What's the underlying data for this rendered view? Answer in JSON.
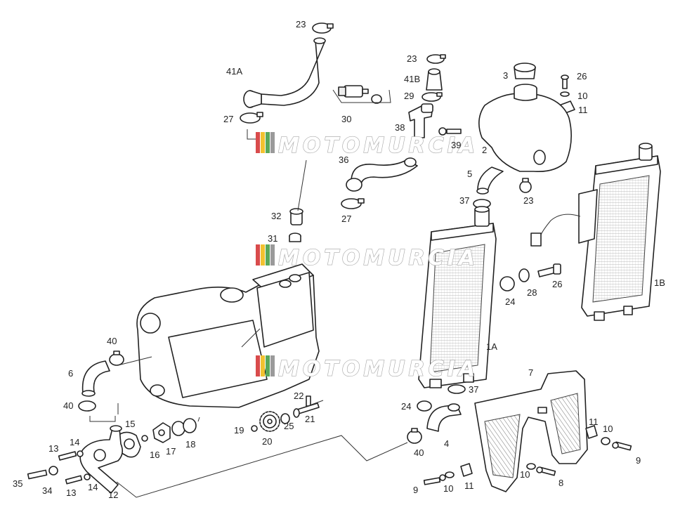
{
  "watermark": {
    "text": "MOTOMURCIA",
    "colors": [
      "#d94b4b",
      "#f2c230",
      "#5aa85a",
      "#9a9a9a"
    ]
  },
  "labels": [
    {
      "id": "p23a",
      "text": "23"
    },
    {
      "id": "p41a",
      "text": "41A"
    },
    {
      "id": "p27a",
      "text": "27"
    },
    {
      "id": "p30",
      "text": "30"
    },
    {
      "id": "p23b",
      "text": "23"
    },
    {
      "id": "p41b",
      "text": "41B"
    },
    {
      "id": "p29",
      "text": "29"
    },
    {
      "id": "p38",
      "text": "38"
    },
    {
      "id": "p39",
      "text": "39"
    },
    {
      "id": "p36",
      "text": "36"
    },
    {
      "id": "p27b",
      "text": "27"
    },
    {
      "id": "p32",
      "text": "32"
    },
    {
      "id": "p31",
      "text": "31"
    },
    {
      "id": "p3",
      "text": "3"
    },
    {
      "id": "p26a",
      "text": "26"
    },
    {
      "id": "p10a",
      "text": "10"
    },
    {
      "id": "p11a",
      "text": "11"
    },
    {
      "id": "p2",
      "text": "2"
    },
    {
      "id": "p5",
      "text": "5"
    },
    {
      "id": "p23c",
      "text": "23"
    },
    {
      "id": "p37a",
      "text": "37"
    },
    {
      "id": "p1b",
      "text": "1B"
    },
    {
      "id": "p26b",
      "text": "26"
    },
    {
      "id": "p28",
      "text": "28"
    },
    {
      "id": "p24a",
      "text": "24"
    },
    {
      "id": "p1a",
      "text": "1A"
    },
    {
      "id": "p40a",
      "text": "40"
    },
    {
      "id": "p6",
      "text": "6"
    },
    {
      "id": "p40b",
      "text": "40"
    },
    {
      "id": "p7",
      "text": "7"
    },
    {
      "id": "p37b",
      "text": "37"
    },
    {
      "id": "p24b",
      "text": "24"
    },
    {
      "id": "p22",
      "text": "22"
    },
    {
      "id": "p21",
      "text": "21"
    },
    {
      "id": "p25",
      "text": "25"
    },
    {
      "id": "p19",
      "text": "19"
    },
    {
      "id": "p20",
      "text": "20"
    },
    {
      "id": "p15",
      "text": "15"
    },
    {
      "id": "p16",
      "text": "16"
    },
    {
      "id": "p17",
      "text": "17"
    },
    {
      "id": "p18",
      "text": "18"
    },
    {
      "id": "p4",
      "text": "4"
    },
    {
      "id": "p40c",
      "text": "40"
    },
    {
      "id": "p11b",
      "text": "11"
    },
    {
      "id": "p10b",
      "text": "10"
    },
    {
      "id": "p9a",
      "text": "9"
    },
    {
      "id": "p13a",
      "text": "13"
    },
    {
      "id": "p14a",
      "text": "14"
    },
    {
      "id": "p35",
      "text": "35"
    },
    {
      "id": "p34",
      "text": "34"
    },
    {
      "id": "p13b",
      "text": "13"
    },
    {
      "id": "p14b",
      "text": "14"
    },
    {
      "id": "p12",
      "text": "12"
    },
    {
      "id": "p9b",
      "text": "9"
    },
    {
      "id": "p10c",
      "text": "10"
    },
    {
      "id": "p11c",
      "text": "11"
    },
    {
      "id": "p10d",
      "text": "10"
    },
    {
      "id": "p8",
      "text": "8"
    }
  ]
}
